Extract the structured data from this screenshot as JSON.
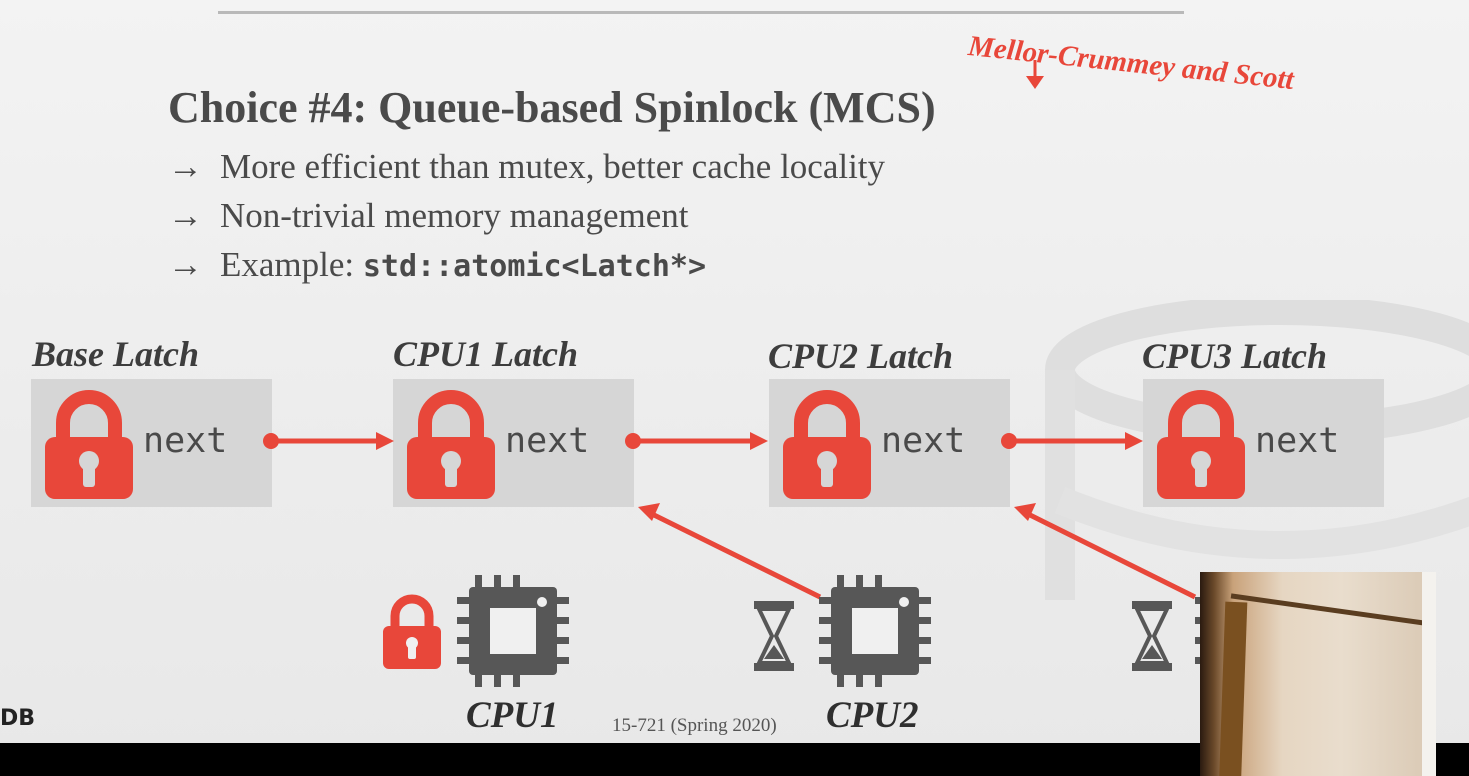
{
  "slide": {
    "title": "Choice #4: Queue-based Spinlock (MCS)",
    "annotation": "Mellor-Crummey and Scott",
    "bullets": [
      {
        "text": "More efficient than mutex, better cache locality",
        "code": ""
      },
      {
        "text": "Non-trivial memory management",
        "code": ""
      },
      {
        "text": "Example: ",
        "code": "std::atomic<Latch*>"
      }
    ],
    "bullet_glyph": "→"
  },
  "latches": [
    {
      "label": "Base Latch",
      "field": "next"
    },
    {
      "label": "CPU1 Latch",
      "field": "next"
    },
    {
      "label": "CPU2 Latch",
      "field": "next"
    },
    {
      "label": "CPU3 Latch",
      "field": "next"
    }
  ],
  "cpus": [
    {
      "label": "CPU1",
      "status": "lock-icon"
    },
    {
      "label": "CPU2",
      "status": "hourglass-icon"
    },
    {
      "label": "",
      "status": "hourglass-icon"
    }
  ],
  "footer": {
    "course": "15-721 (Spring 2020)",
    "logo_text": "DB"
  },
  "colors": {
    "accent": "#e8473a",
    "text": "#4a4a4a",
    "box": "#d6d6d6",
    "chip": "#575757"
  }
}
